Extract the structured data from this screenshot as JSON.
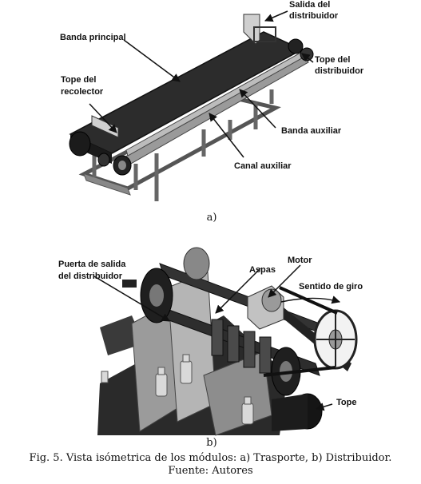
{
  "panel_a": {
    "sublabel": "a)",
    "callouts": {
      "salida": [
        "Salida del",
        "distribuidor"
      ],
      "banda_principal": [
        "Banda principal"
      ],
      "tope_distribuidor": [
        "Tope del",
        "distribuidor"
      ],
      "tope_recolector": [
        "Tope del",
        "recolector"
      ],
      "banda_auxiliar": [
        "Banda auxiliar"
      ],
      "canal_auxiliar": [
        "Canal auxiliar"
      ]
    }
  },
  "panel_b": {
    "sublabel": "b)",
    "callouts": {
      "puerta": [
        "Puerta de salida",
        "del distribuidor"
      ],
      "aspas": [
        "Aspas"
      ],
      "motor": [
        "Motor"
      ],
      "sentido": [
        "Sentido de giro"
      ],
      "tope": [
        "Tope"
      ]
    }
  },
  "caption": {
    "line1": "Fig. 5. Vista isómetrica de los módulos: a) Trasporte, b) Distribuidor.",
    "line2": "Fuente: Autores"
  }
}
